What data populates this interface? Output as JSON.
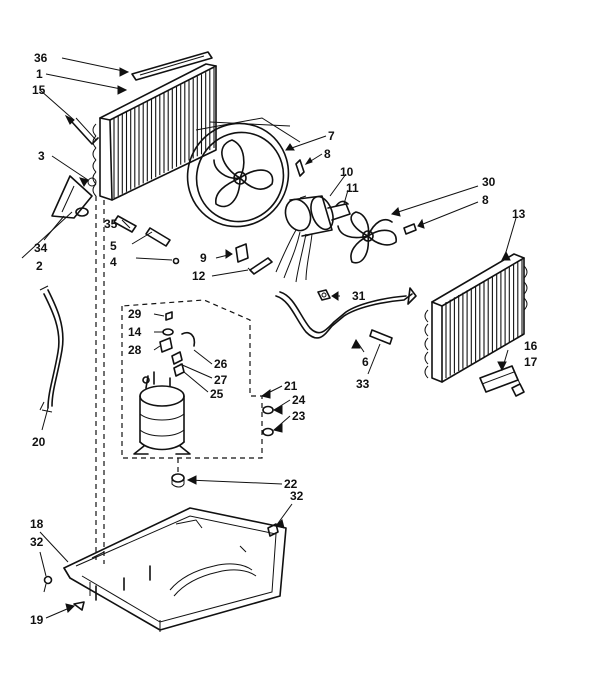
{
  "callouts": [
    {
      "id": "c36",
      "label": "36"
    },
    {
      "id": "c1",
      "label": "1"
    },
    {
      "id": "c15",
      "label": "15"
    },
    {
      "id": "c3",
      "label": "3"
    },
    {
      "id": "c34",
      "label": "34"
    },
    {
      "id": "c2",
      "label": "2"
    },
    {
      "id": "c35",
      "label": "35"
    },
    {
      "id": "c5",
      "label": "5"
    },
    {
      "id": "c4",
      "label": "4"
    },
    {
      "id": "c7",
      "label": "7"
    },
    {
      "id": "c8a",
      "label": "8"
    },
    {
      "id": "c10",
      "label": "10"
    },
    {
      "id": "c11",
      "label": "11"
    },
    {
      "id": "c30",
      "label": "30"
    },
    {
      "id": "c8b",
      "label": "8"
    },
    {
      "id": "c13",
      "label": "13"
    },
    {
      "id": "c9",
      "label": "9"
    },
    {
      "id": "c12",
      "label": "12"
    },
    {
      "id": "c31",
      "label": "31"
    },
    {
      "id": "c29",
      "label": "29"
    },
    {
      "id": "c14",
      "label": "14"
    },
    {
      "id": "c28",
      "label": "28"
    },
    {
      "id": "c26",
      "label": "26"
    },
    {
      "id": "c27",
      "label": "27"
    },
    {
      "id": "c25",
      "label": "25"
    },
    {
      "id": "c21",
      "label": "21"
    },
    {
      "id": "c24",
      "label": "24"
    },
    {
      "id": "c23",
      "label": "23"
    },
    {
      "id": "c6",
      "label": "6"
    },
    {
      "id": "c33",
      "label": "33"
    },
    {
      "id": "c16",
      "label": "16"
    },
    {
      "id": "c17",
      "label": "17"
    },
    {
      "id": "c20",
      "label": "20"
    },
    {
      "id": "c22",
      "label": "22"
    },
    {
      "id": "c32a",
      "label": "32"
    },
    {
      "id": "c18",
      "label": "18"
    },
    {
      "id": "c32b",
      "label": "32"
    },
    {
      "id": "c19",
      "label": "19"
    }
  ]
}
